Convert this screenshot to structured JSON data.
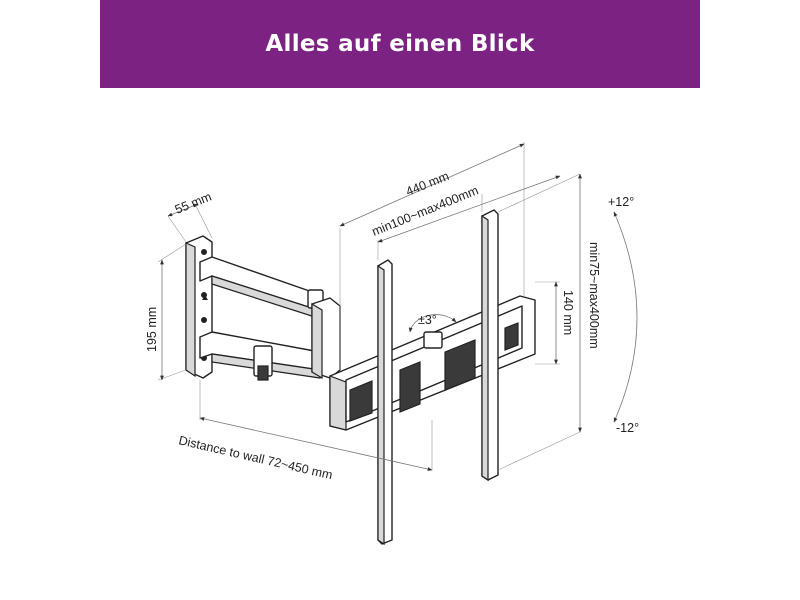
{
  "banner": {
    "title": "Alles auf einen Blick",
    "background_color": "#7b2283",
    "text_color": "#ffffff"
  },
  "dimensions": {
    "plate_depth": "55 mm",
    "plate_height": "195 mm",
    "max_width": "440 mm",
    "vesa_horizontal": "min100~max400mm",
    "vesa_vertical": "min75~max400mm",
    "frame_height": "140 mm",
    "distance_to_wall": "Distance to wall 72~450 mm",
    "swivel_angle": "±3°",
    "tilt_up": "+12°",
    "tilt_down": "-12°"
  }
}
